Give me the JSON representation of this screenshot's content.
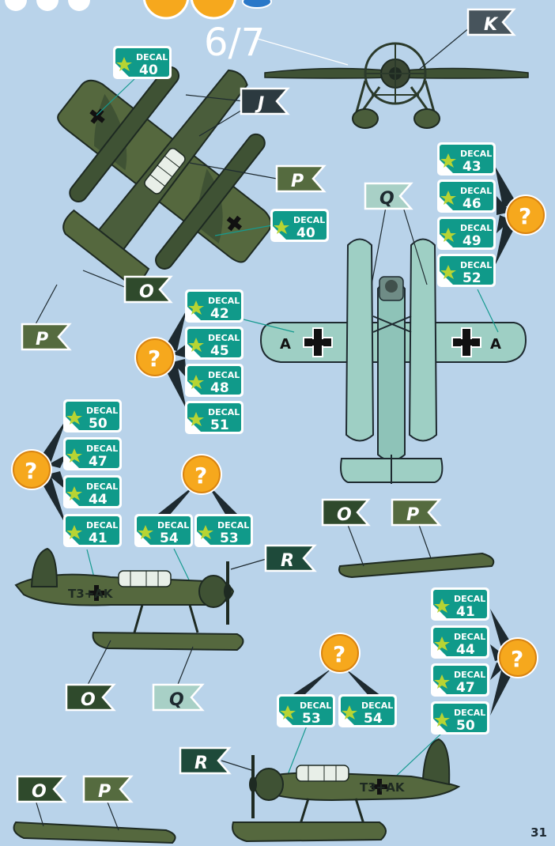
{
  "step": "6/7",
  "page_number": "31",
  "decal_word": "DECAL",
  "decals": {
    "top_a": "40",
    "top_b": "40",
    "right_stack": [
      "43",
      "46",
      "49",
      "52"
    ],
    "left_stack": [
      "42",
      "45",
      "48",
      "51"
    ],
    "side_left_stack": [
      "50",
      "47",
      "44",
      "41"
    ],
    "side_pair": [
      "54",
      "53"
    ],
    "right_low_stack": [
      "41",
      "44",
      "47",
      "50"
    ],
    "bottom_pair": [
      "53",
      "54"
    ]
  },
  "flags": {
    "k": "K",
    "j": "J",
    "p_top": "P",
    "o_mid": "O",
    "p_left": "P",
    "q_top": "Q",
    "o_float": "O",
    "p_float": "P",
    "r_side": "R",
    "o_side": "O",
    "q_side": "Q",
    "r_bottom": "R",
    "o_bottom": "O",
    "p_bottom": "P"
  },
  "question_mark": "?",
  "wing_marks": {
    "left": "A",
    "right": "A"
  },
  "fuselage_codes": {
    "side_a": "T3+AK",
    "side_b": "T3+AK"
  },
  "colors": {
    "background": "#b9d3ea",
    "decal_green": "#109a8a",
    "flag_dark": "#2c3a40",
    "flag_green": "#556b3f",
    "flag_light": "#a8d0c6",
    "camo_dark": "#3f5234",
    "camo_mid": "#55683e",
    "pale_blue": "#9ecfc4",
    "badge_orange": "#f6a81d"
  }
}
